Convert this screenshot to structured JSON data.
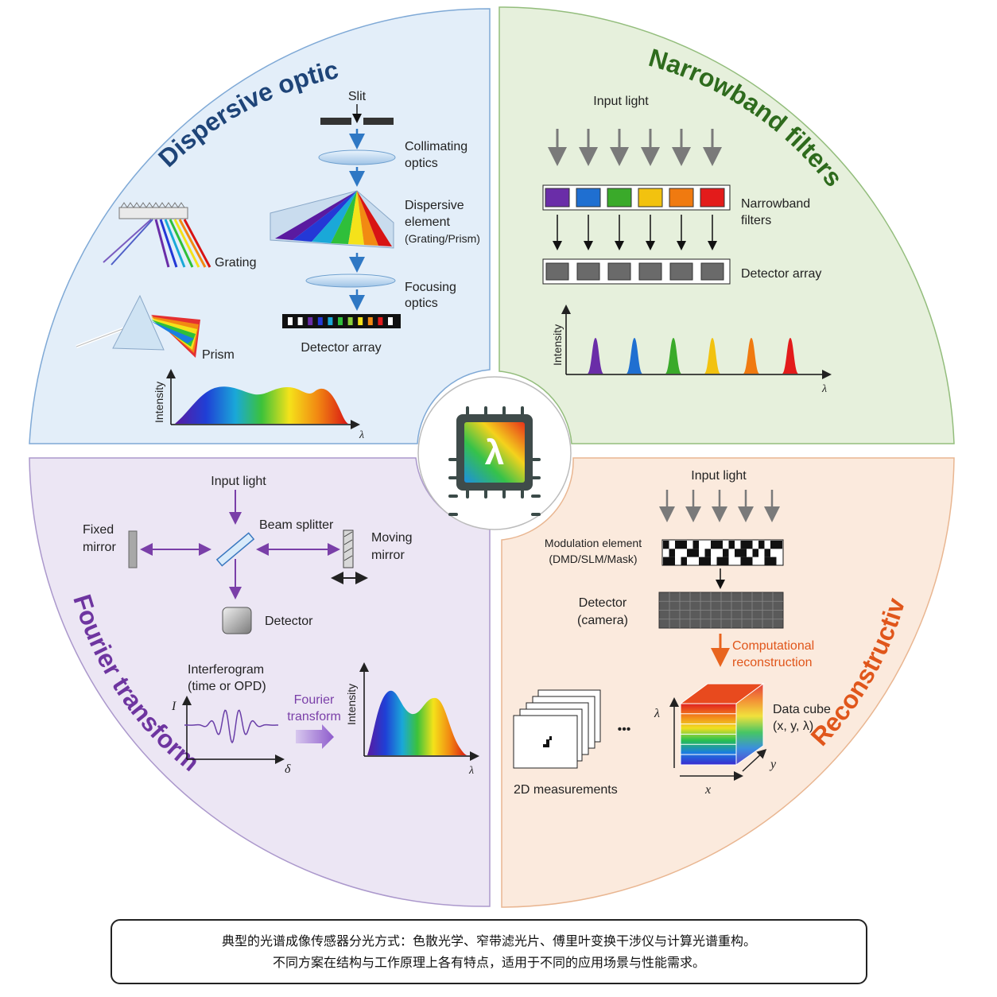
{
  "quadrants": {
    "dispersive": {
      "title": "Dispersive optics",
      "slit": "Slit",
      "collimating": [
        "Collimating",
        "optics"
      ],
      "dispersive_element": [
        "Dispersive",
        "element",
        "(Grating/Prism)"
      ],
      "focusing": [
        "Focusing",
        "optics"
      ],
      "detector_array": "Detector array",
      "grating": "Grating",
      "prism": "Prism",
      "intensity": "Intensity",
      "lambda": "λ"
    },
    "narrowband": {
      "title": "Narrowband filters",
      "input_light": "Input light",
      "filters_label": [
        "Narrowband",
        "filters"
      ],
      "detector_array": "Detector array",
      "intensity": "Intensity",
      "lambda": "λ",
      "filter_colors": [
        "#6a2da8",
        "#1f6fd1",
        "#3aaa2a",
        "#f2c20f",
        "#f07a10",
        "#e31b1b"
      ]
    },
    "fourier": {
      "title": "Fourier transform",
      "input_light": "Input light",
      "fixed_mirror": [
        "Fixed",
        "mirror"
      ],
      "beam_splitter": "Beam splitter",
      "moving_mirror": [
        "Moving",
        "mirror"
      ],
      "detector": "Detector",
      "interferogram": [
        "Interferogram",
        "(time or OPD)"
      ],
      "i_axis": "I",
      "delta_axis": "δ",
      "fourier_transform": [
        "Fourier",
        "transform"
      ],
      "intensity": "Intensity",
      "lambda": "λ"
    },
    "reconstructive": {
      "title": "Reconstructive",
      "input_light": "Input light",
      "modulation": [
        "Modulation element",
        "(DMD/SLM/Mask)"
      ],
      "detector": [
        "Detector",
        "(camera)"
      ],
      "computational": [
        "Computational",
        "reconstruction"
      ],
      "measurements": "2D measurements",
      "dots": "•••",
      "data_cube": [
        "Data cube",
        "(x, y, λ)"
      ],
      "lambda_axis": "λ",
      "x_axis": "x",
      "y_axis": "y"
    }
  },
  "center": {
    "symbol": "λ"
  },
  "caption": {
    "line1": "典型的光谱成像传感器分光方式：色散光学、窄带滤光片、傅里叶变换干涉仪与计算光谱重构。",
    "line2": "不同方案在结构与工作原理上各有特点，适用于不同的应用场景与性能需求。"
  },
  "colors": {
    "dispersive_bg": "#e3eef9",
    "dispersive_border": "#7fa9d6",
    "narrowband_bg": "#e6f0dc",
    "narrowband_border": "#93bd7c",
    "fourier_bg": "#ece6f4",
    "fourier_border": "#ab98cc",
    "reconstructive_bg": "#fbeadd",
    "reconstructive_border": "#e9b691",
    "dispersive_title": "#1e4478",
    "narrowband_title": "#2e6b1d",
    "fourier_title": "#6e35a0",
    "reconstructive_title": "#e0561b"
  }
}
